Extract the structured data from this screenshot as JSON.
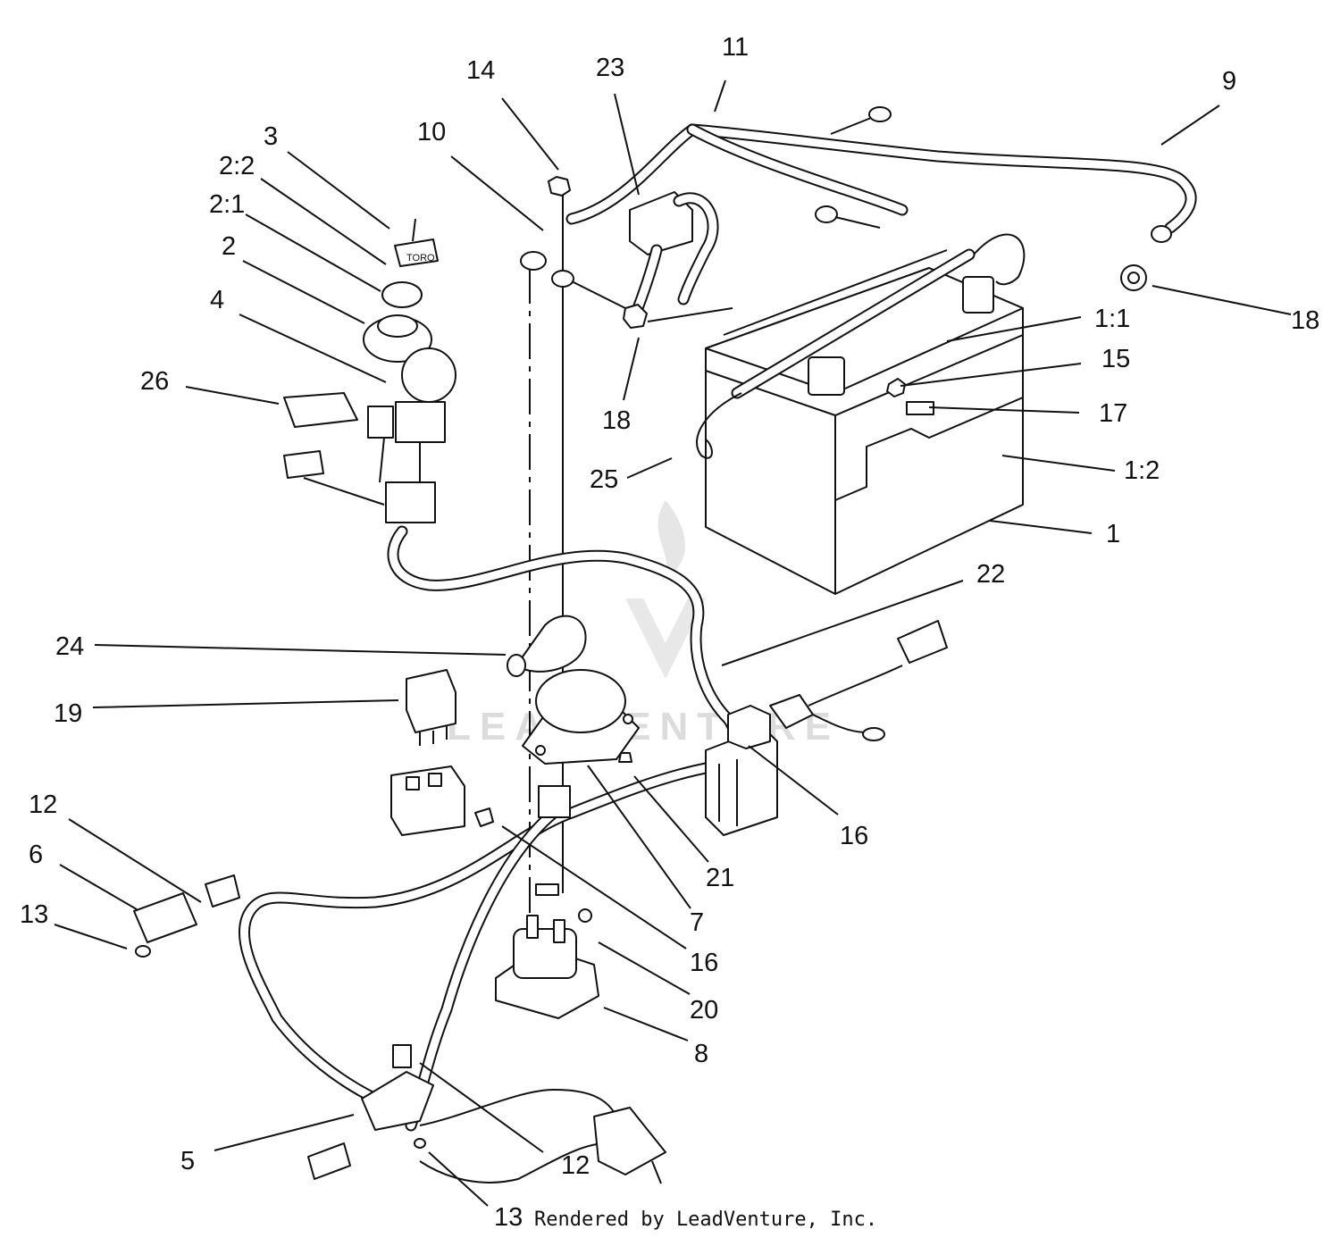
{
  "diagram": {
    "callouts": [
      {
        "id": "c-14",
        "text": "14"
      },
      {
        "id": "c-23",
        "text": "23"
      },
      {
        "id": "c-11",
        "text": "11"
      },
      {
        "id": "c-9",
        "text": "9"
      },
      {
        "id": "c-3",
        "text": "3"
      },
      {
        "id": "c-10",
        "text": "10"
      },
      {
        "id": "c-2-2",
        "text": "2:2"
      },
      {
        "id": "c-2-1",
        "text": "2:1"
      },
      {
        "id": "c-2",
        "text": "2"
      },
      {
        "id": "c-4",
        "text": "4"
      },
      {
        "id": "c-26",
        "text": "26"
      },
      {
        "id": "c-18-a",
        "text": "18"
      },
      {
        "id": "c-18-b",
        "text": "18"
      },
      {
        "id": "c-1-1",
        "text": "1:1"
      },
      {
        "id": "c-15",
        "text": "15"
      },
      {
        "id": "c-17",
        "text": "17"
      },
      {
        "id": "c-25",
        "text": "25"
      },
      {
        "id": "c-1-2",
        "text": "1:2"
      },
      {
        "id": "c-1",
        "text": "1"
      },
      {
        "id": "c-22",
        "text": "22"
      },
      {
        "id": "c-24",
        "text": "24"
      },
      {
        "id": "c-19",
        "text": "19"
      },
      {
        "id": "c-16-a",
        "text": "16"
      },
      {
        "id": "c-21",
        "text": "21"
      },
      {
        "id": "c-12-a",
        "text": "12"
      },
      {
        "id": "c-6",
        "text": "6"
      },
      {
        "id": "c-13-a",
        "text": "13"
      },
      {
        "id": "c-7",
        "text": "7"
      },
      {
        "id": "c-16-b",
        "text": "16"
      },
      {
        "id": "c-20",
        "text": "20"
      },
      {
        "id": "c-8",
        "text": "8"
      },
      {
        "id": "c-5",
        "text": "5"
      },
      {
        "id": "c-12-b",
        "text": "12"
      },
      {
        "id": "c-13-b",
        "text": "13"
      }
    ],
    "key_brand": "TORO",
    "footer": "Rendered by LeadVenture, Inc.",
    "watermark": "LEADVENTURE"
  }
}
